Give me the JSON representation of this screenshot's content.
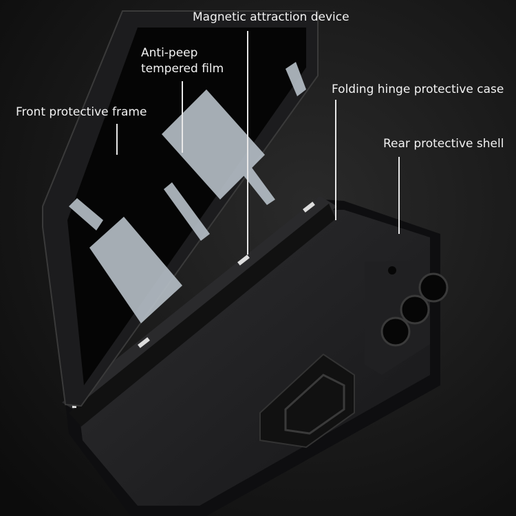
{
  "labels": {
    "magnetic": "Magnetic attraction device",
    "film_line1": "Anti-peep",
    "film_line2": "tempered film",
    "front_frame": "Front protective frame",
    "hinge": "Folding hinge protective case",
    "rear_shell": "Rear protective shell"
  },
  "colors": {
    "background": "#141414",
    "case": "#1e1e20",
    "film": "#b7c0c8",
    "label_text": "#f2f2f2"
  }
}
